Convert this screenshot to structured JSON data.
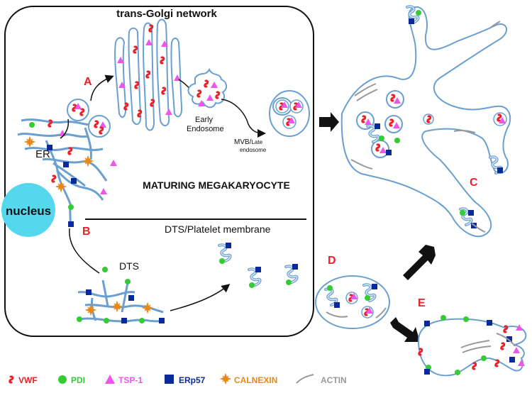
{
  "labels": {
    "tgn": "trans-Golgi network",
    "er": "ER",
    "nucleus": "nucleus",
    "early_endo_1": "Early",
    "early_endo_2": "Endosome",
    "mvb": "MVB/",
    "mvb_late": "Late",
    "mvb_endo": "endosome",
    "maturing": "MATURING MEGAKARYOCYTE",
    "dts_membrane": "DTS/Platelet membrane",
    "dts": "DTS"
  },
  "panel_letters": [
    "A",
    "B",
    "C",
    "D",
    "E"
  ],
  "legend": [
    {
      "label": "VWF",
      "icon": "vwf-icon",
      "color": "#e8202a"
    },
    {
      "label": "PDI",
      "icon": "pdi-icon",
      "color": "#33cc33"
    },
    {
      "label": "TSP-1",
      "icon": "tsp1-icon",
      "color": "#ee55ee"
    },
    {
      "label": "ERp57",
      "icon": "erp57-icon",
      "color": "#0a2a9a"
    },
    {
      "label": "CALNEXIN",
      "icon": "calnexin-icon",
      "color": "#e8881a"
    },
    {
      "label": "ACTIN",
      "icon": "actin-icon",
      "color": "#999999"
    }
  ],
  "colors": {
    "membrane": "#6a9fd0",
    "membrane_fill": "#dce9f6",
    "nucleus": "#55d8ee",
    "letters": "#e8202a"
  }
}
